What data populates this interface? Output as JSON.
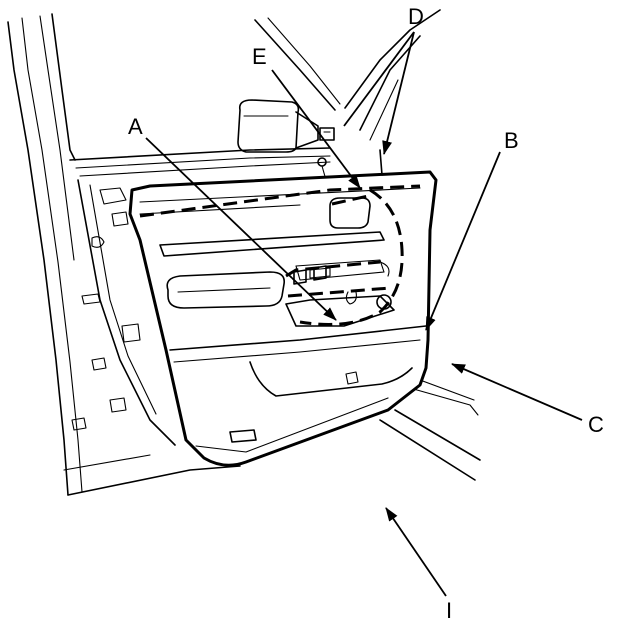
{
  "figure": {
    "callouts": {
      "a": "A",
      "b": "B",
      "c": "C",
      "d": "D",
      "e": "E",
      "i": "I"
    }
  }
}
